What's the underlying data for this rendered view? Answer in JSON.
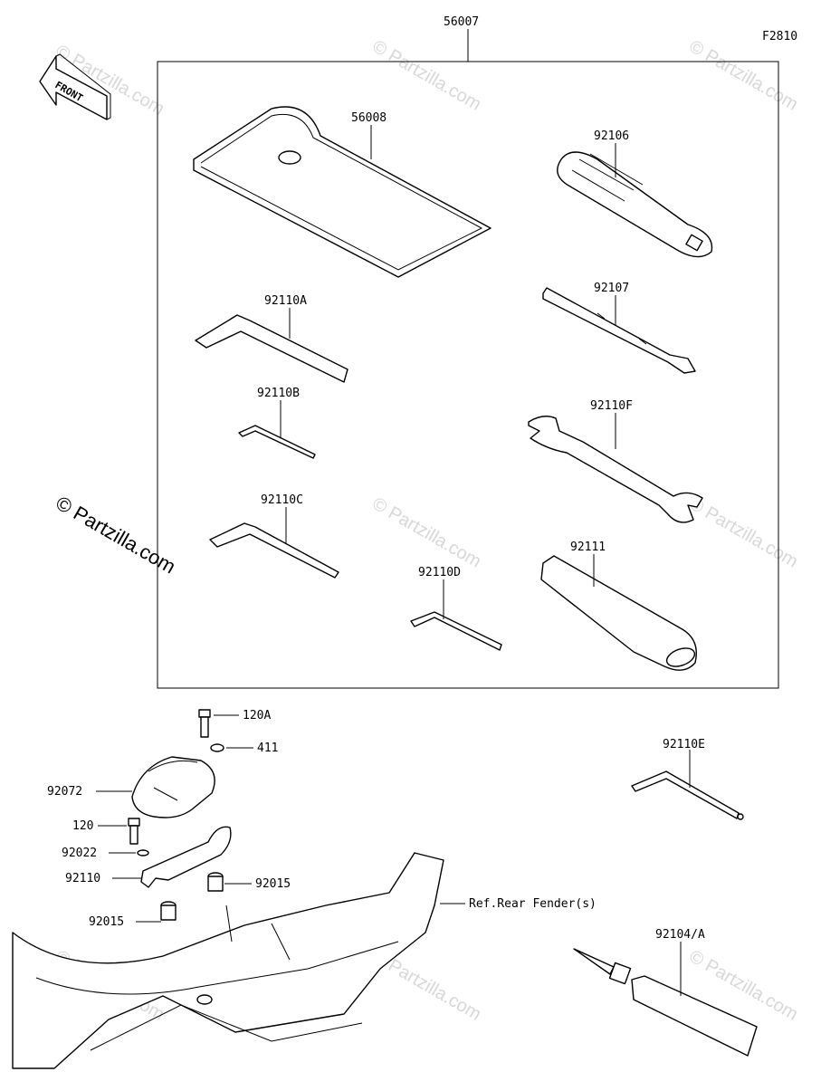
{
  "figure_code": "F2810",
  "front_label": "FRONT",
  "copyright_text": "© Partzilla.com",
  "watermark_text": "© Partzilla.com",
  "parts": {
    "kit": "56007",
    "case": "56008",
    "screwdriver_handle": "92106",
    "screwdriver_bit": "92107",
    "hex_a": "92110A",
    "hex_b": "92110B",
    "hex_c": "92110C",
    "hex_d": "92110D",
    "hex_e": "92110E",
    "wrench": "92110F",
    "extension": "92111",
    "bolt_120a": "120A",
    "washer_411": "411",
    "cover": "92072",
    "bolt_120": "120",
    "washer_92022": "92022",
    "bracket": "92110",
    "collar_right": "92015",
    "collar_left": "92015",
    "sealant": "92104/A",
    "ref_fender": "Ref.Rear Fender(s)"
  }
}
